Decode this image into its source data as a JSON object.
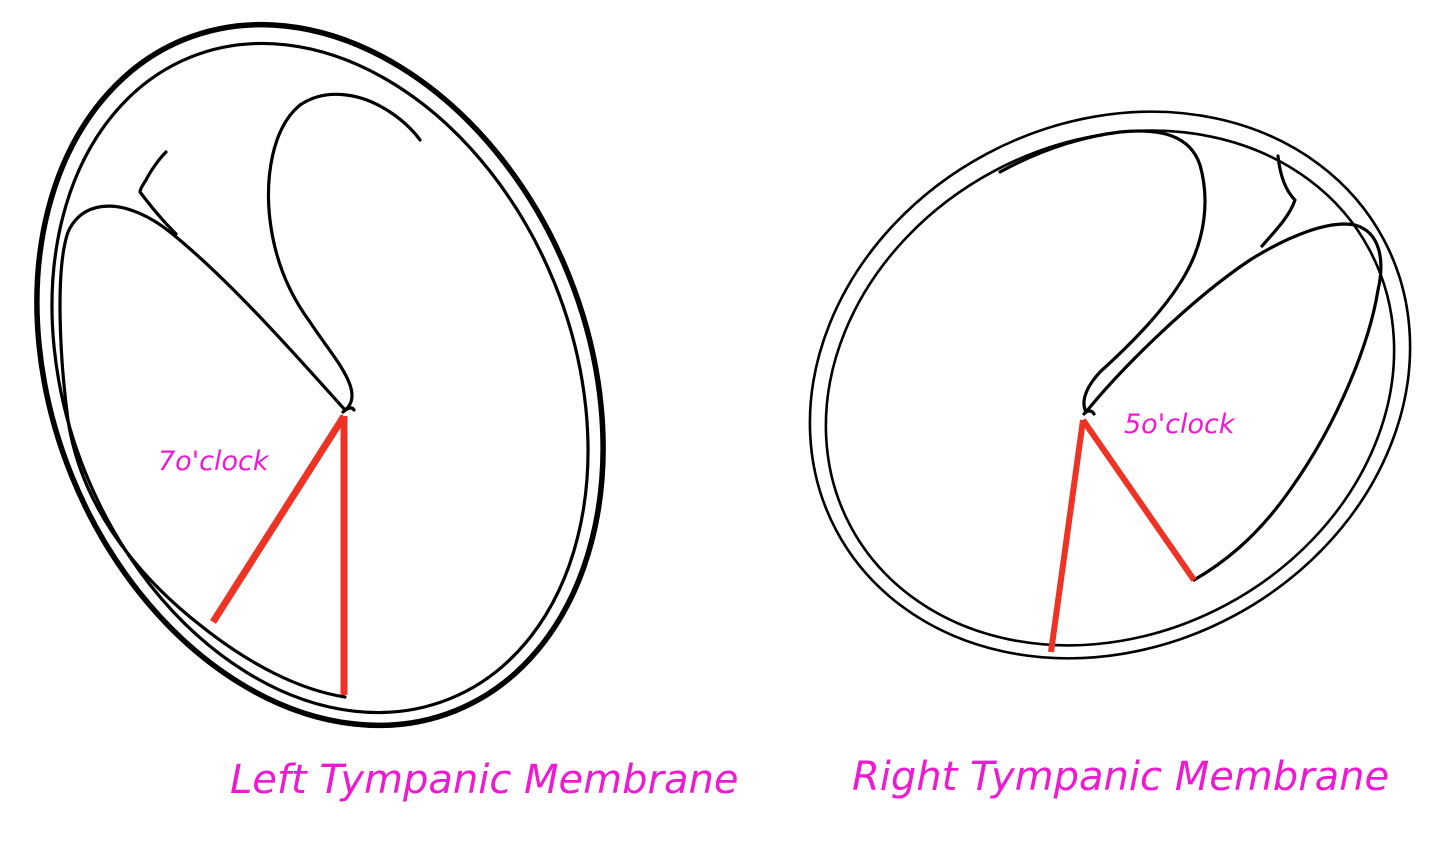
{
  "left_membrane": {
    "caption": "Left Tympanic Membrane",
    "clock_label": "7o'clock"
  },
  "right_membrane": {
    "caption": "Right Tympanic Membrane",
    "clock_label": "5o'clock"
  },
  "colors": {
    "outline": "#000000",
    "marker_line": "#ee3324",
    "label_text": "#ee1ad2",
    "background": "#ffffff"
  }
}
